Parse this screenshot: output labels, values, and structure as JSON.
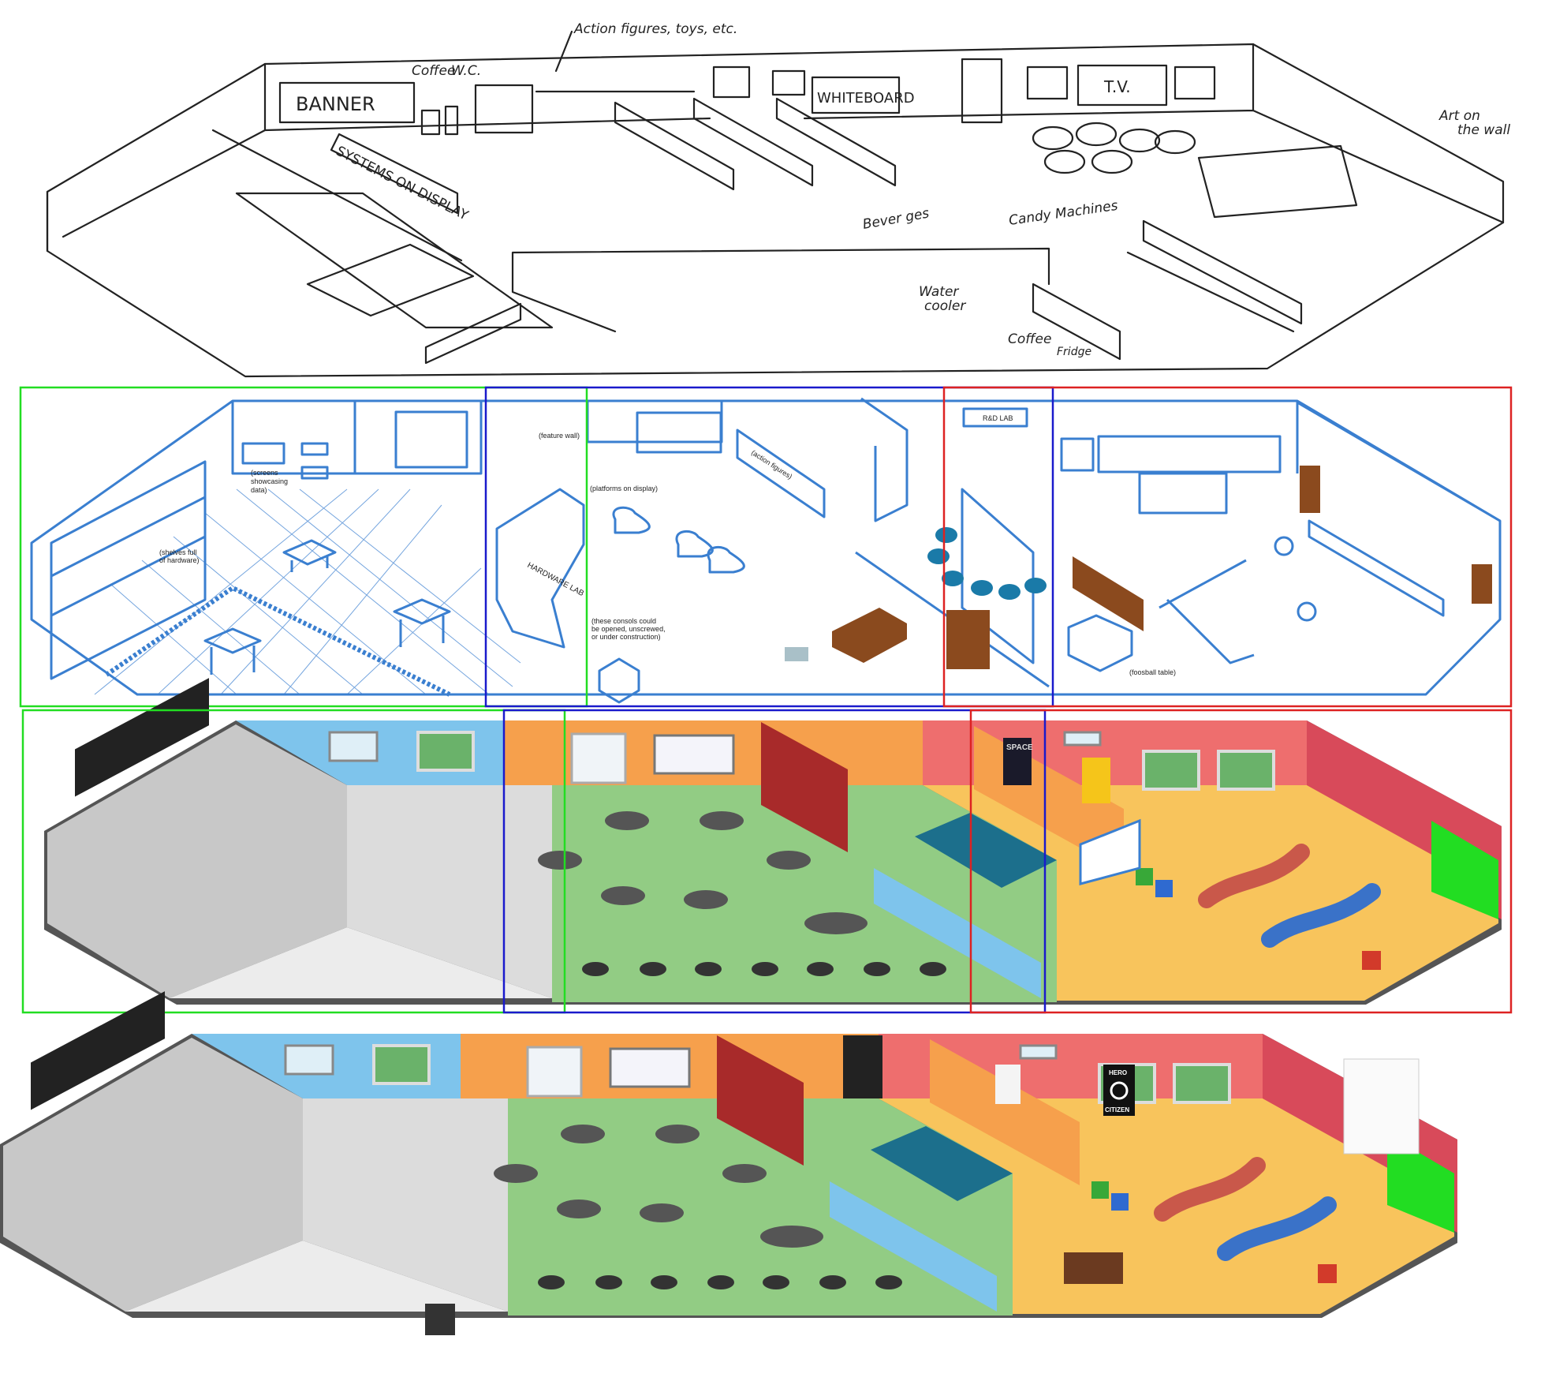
{
  "sketch": {
    "action_figures": "Action figures, toys, etc.",
    "coffee_top": "Coffee",
    "wc": "W.C.",
    "banner": "BANNER",
    "systems_on_display": "SYSTEMS ON DISPLAY",
    "whiteboard": "WHITEBOARD",
    "tv": "T.V.",
    "art_on_wall": [
      "Art on",
      "the wall"
    ],
    "beverages": "Bever ges",
    "candy_machines": "Candy Machines",
    "water_cooler": [
      "Water",
      "cooler"
    ],
    "coffee_bottom": "Coffee",
    "fridge": "Fridge"
  },
  "blueprint": {
    "screens_note": [
      "(screens",
      "showcasing",
      "data)"
    ],
    "shelves_note": [
      "(shelves full",
      "of hardware)"
    ],
    "feature_wall": "(feature wall)",
    "platforms": "(platforms on display)",
    "hardware_lab": "HARDWARE LAB",
    "action_figures": "(action figures)",
    "rnd_lab": "R&D LAB",
    "consoles_note": [
      "(these consols could",
      "be opened, unscrewed,",
      "or under construction)"
    ],
    "foosball": "(foosball table)"
  },
  "render": {
    "poster_space": "SPACE",
    "poster_hero": "HERO",
    "poster_citizen": "CITIZEN"
  },
  "colors": {
    "zone_green": "#22dd22",
    "zone_blue": "#1a1acc",
    "zone_red": "#dd2222",
    "blueprint_line": "#3a7fd0",
    "floor_green": "#92cc84",
    "floor_yellow": "#f8c45c",
    "wall_blue": "#7ec4ec",
    "wall_orange": "#f6a04c",
    "wall_red": "#ee6e6e"
  }
}
